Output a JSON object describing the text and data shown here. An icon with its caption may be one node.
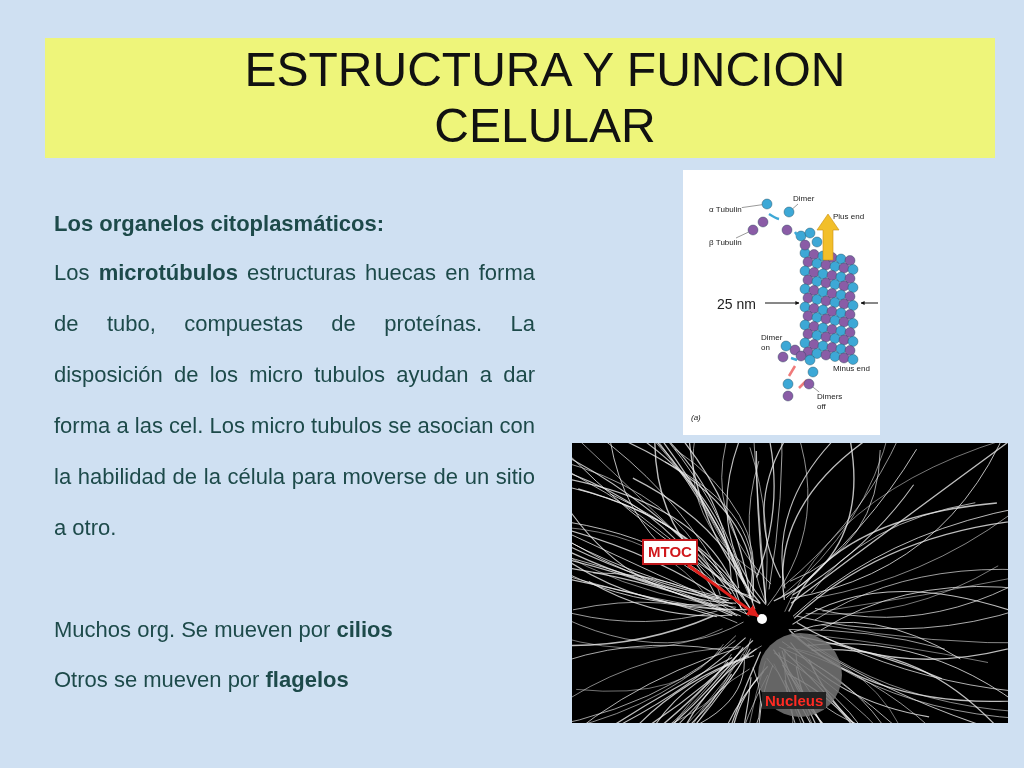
{
  "diagram": {
    "title": "ESTRUCTURA Y FUNCION CELULAR",
    "nodes": [
      {
        "text": [
          "α Tubulin"
        ]
      },
      {
        "text": [
          "β Tubulin"
        ]
      },
      {
        "text": [
          "Dimer"
        ]
      },
      {
        "text": [
          "Dimers off"
        ]
      },
      {
        "text": [
          "MTOC"
        ]
      },
      {
        "text": [],
        "shape": "circle"
      },
      {
        "text": [],
        "shape": "circle"
      },
      {
        "text": [],
        "shape": "circle"
      },
      {
        "text": [],
        "shape": "circle"
      },
      {
        "text": [],
        "shape": "circle"
      }
    ],
    "edges": [
      {
        "from": 0,
        "to": 5,
        "arrow": "none"
      },
      {
        "from": 1,
        "to": 6,
        "arrow": "none"
      },
      {
        "from": 2,
        "to": 7,
        "arrow": "none"
      },
      {
        "from": 3,
        "to": 8,
        "arrow": "none"
      },
      {
        "from": 4,
        "to": 9,
        "arrow": "to",
        "style": "thick",
        "color": "#e0201c"
      }
    ],
    "labels": [
      "Los organelos citoplasmáticos:",
      "Los **microtúbulos** estructuras huecas en forma de tubo, compuestas de proteínas. La disposición de los micro tubulos ayudan a dar forma a las cel. Los micro tubulos se asocian con la habilidad de la célula para moverse de un sitio a otro.",
      "Muchos org. Se mueven por **cilios**",
      "Otros se mueven por **flagelos**",
      "Plus end",
      "25 nm",
      "Dimer on",
      "Minus end",
      "(a)",
      "Nucleus"
    ]
  }
}
